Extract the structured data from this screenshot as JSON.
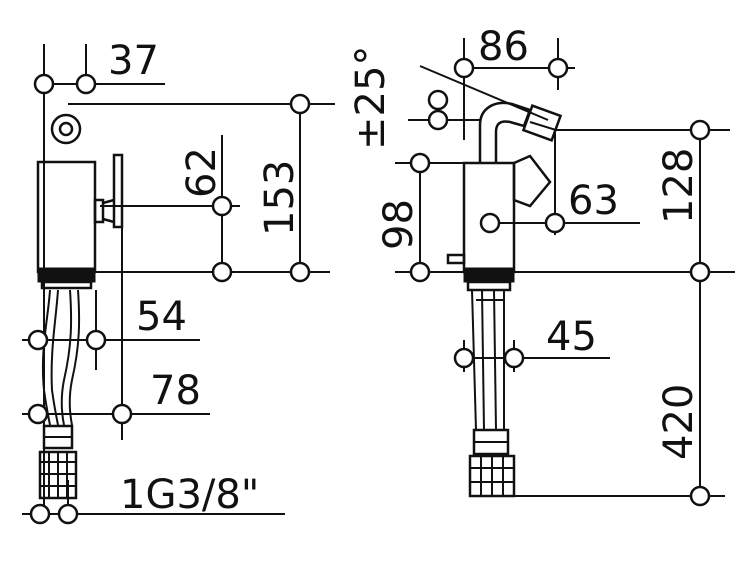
{
  "dimensions": {
    "d37": "37",
    "d86": "86",
    "tilt": "±25°",
    "d62": "62",
    "d153": "153",
    "d98": "98",
    "d63": "63",
    "d128": "128",
    "d54": "54",
    "d45": "45",
    "d78": "78",
    "d420": "420",
    "thread": "1G3/8\""
  }
}
